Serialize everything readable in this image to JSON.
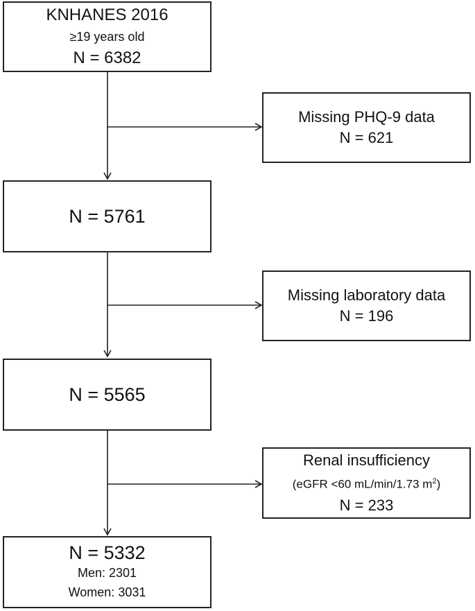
{
  "flowchart": {
    "main_boxes": [
      {
        "lines": [
          "KNHANES 2016",
          "≥19 years old",
          "N = 6382"
        ]
      },
      {
        "lines": [
          "N = 5761"
        ]
      },
      {
        "lines": [
          "N = 5565"
        ]
      },
      {
        "lines": [
          "N = 5332",
          "Men: 2301",
          "Women: 3031"
        ]
      }
    ],
    "exclusion_boxes": [
      {
        "lines": [
          "Missing PHQ-9 data",
          "N = 621"
        ]
      },
      {
        "lines": [
          "Missing laboratory data",
          "N = 196"
        ]
      },
      {
        "title": "Renal insufficiency",
        "criterion_prefix": "(eGFR <60 mL/min/1.73 m",
        "criterion_sup": "2",
        "criterion_suffix": ")",
        "count": "N = 233"
      }
    ]
  }
}
